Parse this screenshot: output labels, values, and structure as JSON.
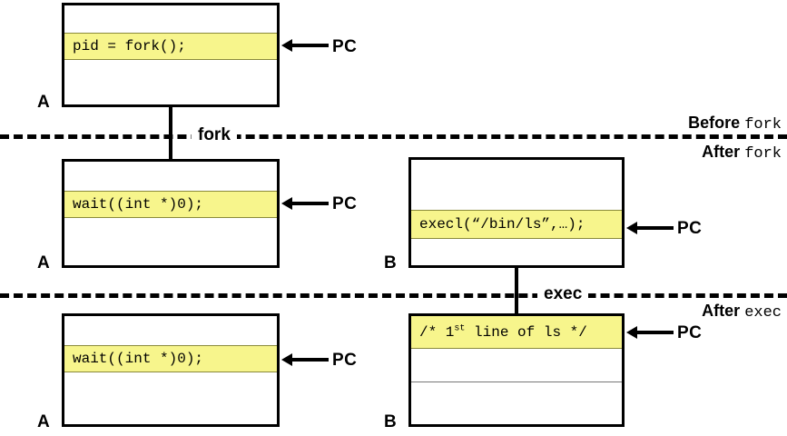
{
  "diagram": {
    "title": "fork and exec process states",
    "colors": {
      "code_highlight": "#f7f58c",
      "box_border": "#000000",
      "background": "#ffffff"
    }
  },
  "processes": {
    "a_before_fork": {
      "label": "A",
      "code_line": "pid = fork();",
      "pc_label": "PC"
    },
    "a_after_fork": {
      "label": "A",
      "code_line": "wait((int *)0);",
      "pc_label": "PC"
    },
    "b_after_fork": {
      "label": "B",
      "code_line": "execl(“/bin/ls”,…);",
      "pc_label": "PC"
    },
    "a_after_exec": {
      "label": "A",
      "code_line": "wait((int *)0);",
      "pc_label": "PC"
    },
    "b_after_exec": {
      "label": "B",
      "code_line_prefix": "/* 1",
      "code_line_sup": "st",
      "code_line_suffix": " line of ls */",
      "pc_label": "PC"
    }
  },
  "separators": {
    "fork": {
      "inline_label": "fork",
      "above_strong": "Before",
      "above_mono": "fork",
      "below_strong": "After",
      "below_mono": "fork"
    },
    "exec": {
      "inline_label": "exec",
      "below_strong": "After",
      "below_mono": "exec"
    }
  }
}
